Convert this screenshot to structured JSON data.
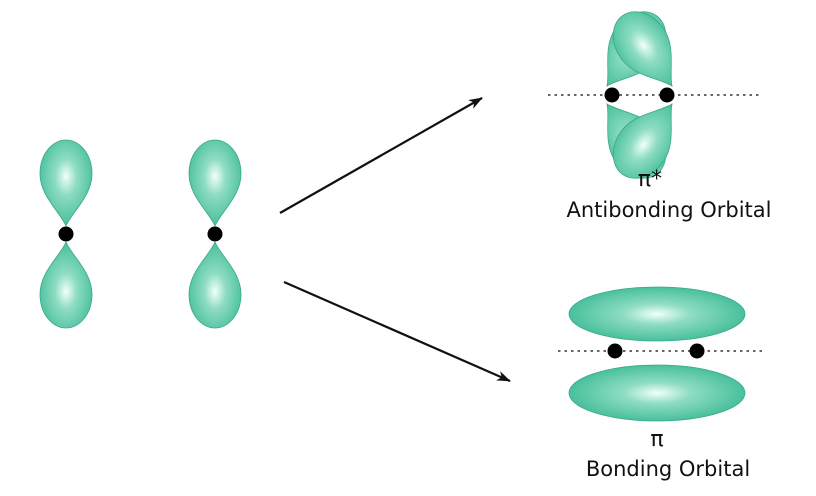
{
  "antibonding": {
    "symbol": "π*",
    "caption": "Antibonding Orbital"
  },
  "bonding": {
    "symbol": "π",
    "caption": "Bonding Orbital"
  },
  "colors": {
    "lobe": "#3dbb96",
    "lobe_highlight": "#e8fbf4",
    "lobe_edge": "#2c8f72",
    "nucleus": "#000000",
    "arrow": "#111111",
    "axis": "#666666"
  }
}
